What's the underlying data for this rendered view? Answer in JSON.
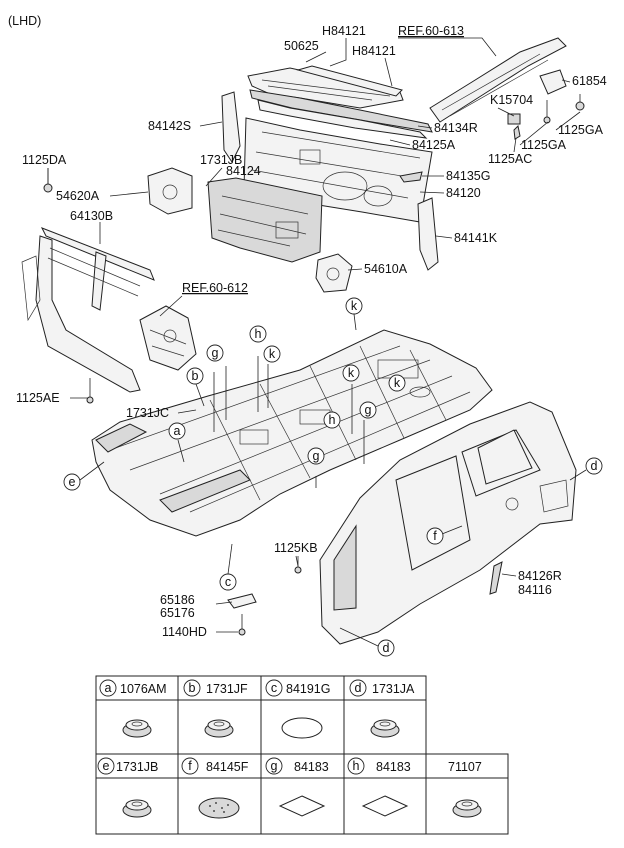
{
  "header": {
    "variant": "(LHD)"
  },
  "references": {
    "ref_613": "REF.60-613",
    "ref_612": "REF.60-612"
  },
  "callouts": {
    "p50625": "50625",
    "h84121_top": "H84121",
    "h84121_b": "H84121",
    "p61854": "61854",
    "k15704": "K15704",
    "p84142s": "84142S",
    "p84134r": "84134R",
    "p1125ga_a": "1125GA",
    "p1125ga_b": "1125GA",
    "p84125a": "84125A",
    "p1125ac": "1125AC",
    "p1731jb": "1731JB",
    "p1125da": "1125DA",
    "p84124": "84124",
    "p84135g": "84135G",
    "p54620a": "54620A",
    "p84120": "84120",
    "p64130b": "64130B",
    "p84141k": "84141K",
    "p54610a": "54610A",
    "p1125ae": "1125AE",
    "p1731jc": "1731JC",
    "p1125kb": "1125KB",
    "p84126r": "84126R",
    "p84116": "84116",
    "p65186": "65186",
    "p65176": "65176",
    "p1140hd": "1140HD"
  },
  "markers": {
    "a": "a",
    "b": "b",
    "c": "c",
    "d1": "d",
    "d2": "d",
    "e": "e",
    "f": "f",
    "g1": "g",
    "g2": "g",
    "g3": "g",
    "h1": "h",
    "h2": "h",
    "k1": "k",
    "k2": "k",
    "k3": "k",
    "k4": "k"
  },
  "legend": {
    "row1": [
      {
        "letter": "a",
        "part": "1076AM",
        "icon": "grommet-icon"
      },
      {
        "letter": "b",
        "part": "1731JF",
        "icon": "grommet-icon"
      },
      {
        "letter": "c",
        "part": "84191G",
        "icon": "oval-plug-icon"
      },
      {
        "letter": "d",
        "part": "1731JA",
        "icon": "grommet-icon"
      }
    ],
    "row2": [
      {
        "letter": "e",
        "part": "1731JB",
        "icon": "grommet-icon"
      },
      {
        "letter": "f",
        "part": "84145F",
        "icon": "dotted-pad-icon"
      },
      {
        "letter": "g",
        "part": "84183",
        "icon": "square-pad-icon"
      },
      {
        "letter": "h",
        "part": "84183",
        "icon": "square-pad-icon"
      },
      {
        "letter": "",
        "part": "71107",
        "icon": "grommet-icon"
      }
    ]
  }
}
